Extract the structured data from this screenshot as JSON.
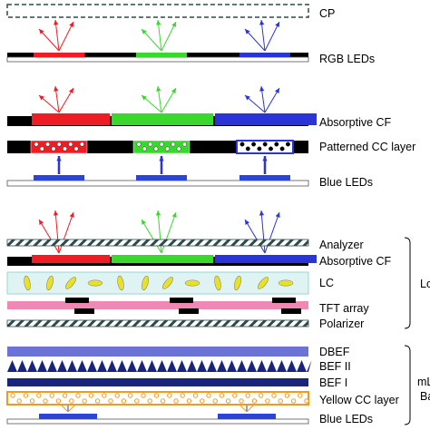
{
  "labels": {
    "cp": "CP",
    "rgb_leds": "RGB LEDs",
    "absorptive_cf_1": "Absorptive CF",
    "patterned_cc_layer": "Patterned CC layer",
    "blue_leds_1": "Blue LEDs",
    "analyzer": "Analyzer",
    "absorptive_cf_2": "Absorptive CF",
    "lc": "LC",
    "tft_array": "TFT array",
    "polarizer": "Polarizer",
    "dbef": "DBEF",
    "bef_ii": "BEF II",
    "bef_i": "BEF I",
    "yellow_cc_layer": "Yellow CC layer",
    "blue_leds_2": "Blue LEDs"
  },
  "group_labels": {
    "lcd_partial": "Lo",
    "backlight_line1": "mL",
    "backlight_line2": "Ba"
  },
  "colors": {
    "red": "#ee1c24",
    "green": "#39d82c",
    "blue": "#2b34d6",
    "blue_led": "#2a45d8",
    "black": "#000000",
    "dbef": "#6b73d6",
    "bef": "#1a237e",
    "lc_bg": "#dff4f2",
    "lc_molecule": "#e8e12a",
    "tft": "#ee88b4",
    "yellow_cc": "#f29a1c",
    "cc_dot_light": "#ffffff"
  }
}
